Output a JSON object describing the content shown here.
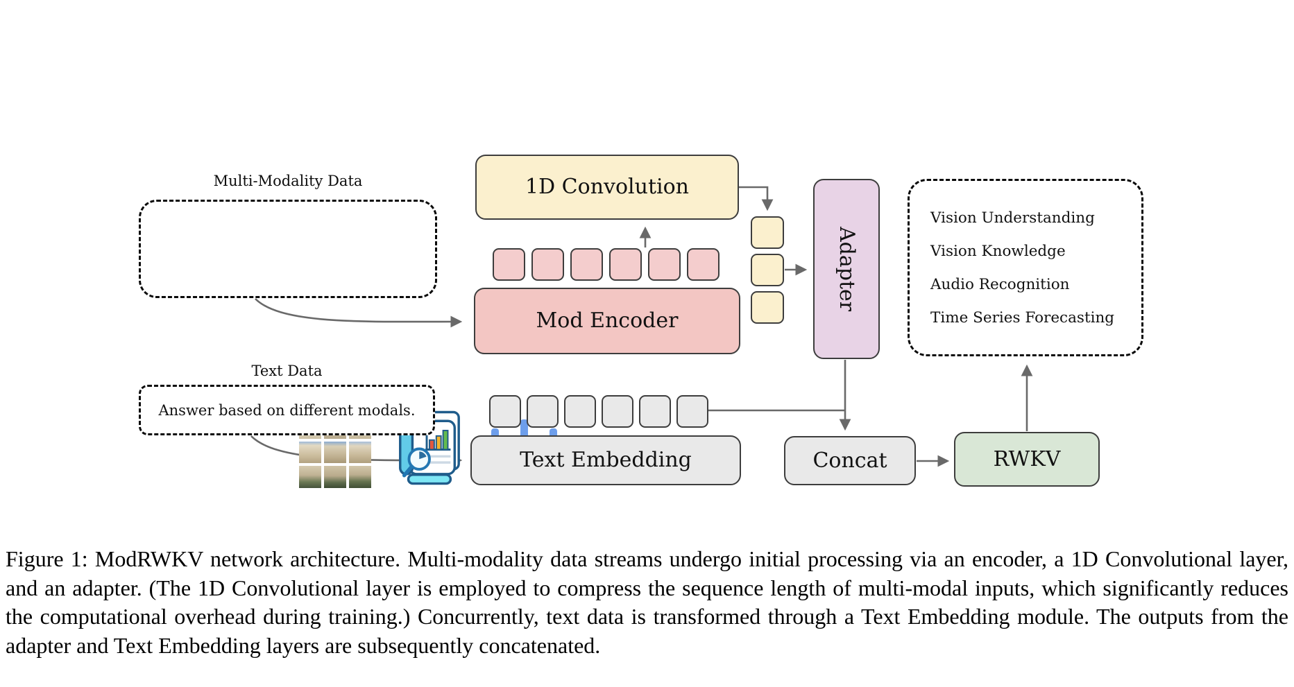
{
  "diagram": {
    "multi_modality_label": "Multi-Modality Data",
    "text_data_label": "Text Data",
    "text_data_content": "Answer based on different modals.",
    "conv_label": "1D Convolution",
    "mod_encoder_label": "Mod Encoder",
    "adapter_label": "Adapter",
    "text_embedding_label": "Text Embedding",
    "concat_label": "Concat",
    "rwkv_label": "RWKV",
    "capabilities": [
      "Vision Understanding",
      "Vision Knowledge",
      "Audio Recognition",
      "Time Series Forecasting"
    ],
    "icons": [
      "image-grid-icon",
      "document-chart-icon",
      "audio-waveform-icon"
    ],
    "colors": {
      "conv_fill": "#fbf0ce",
      "token_pink": "#f4cdcd",
      "encoder_fill": "#f3c6c3",
      "adapter_fill": "#e8d3e6",
      "neutral_fill": "#e9e9e9",
      "rwkv_fill": "#d9e7d6",
      "border_dark": "#3d3d3d",
      "arrow": "#696969",
      "audio_light": "#6d9eeb",
      "audio_dark": "#4a86e8"
    }
  },
  "caption": {
    "text": "Figure 1: ModRWKV network architecture. Multi-modality data streams undergo initial processing via an encoder, a 1D Convolutional layer, and an adapter. (The 1D Convolutional layer is employed to compress the sequence length of multi-modal inputs, which significantly reduces the computational overhead during training.) Concurrently, text data is transformed through a Text Embedding module. The outputs from the adapter and Text Embedding layers are subsequently concatenated."
  }
}
